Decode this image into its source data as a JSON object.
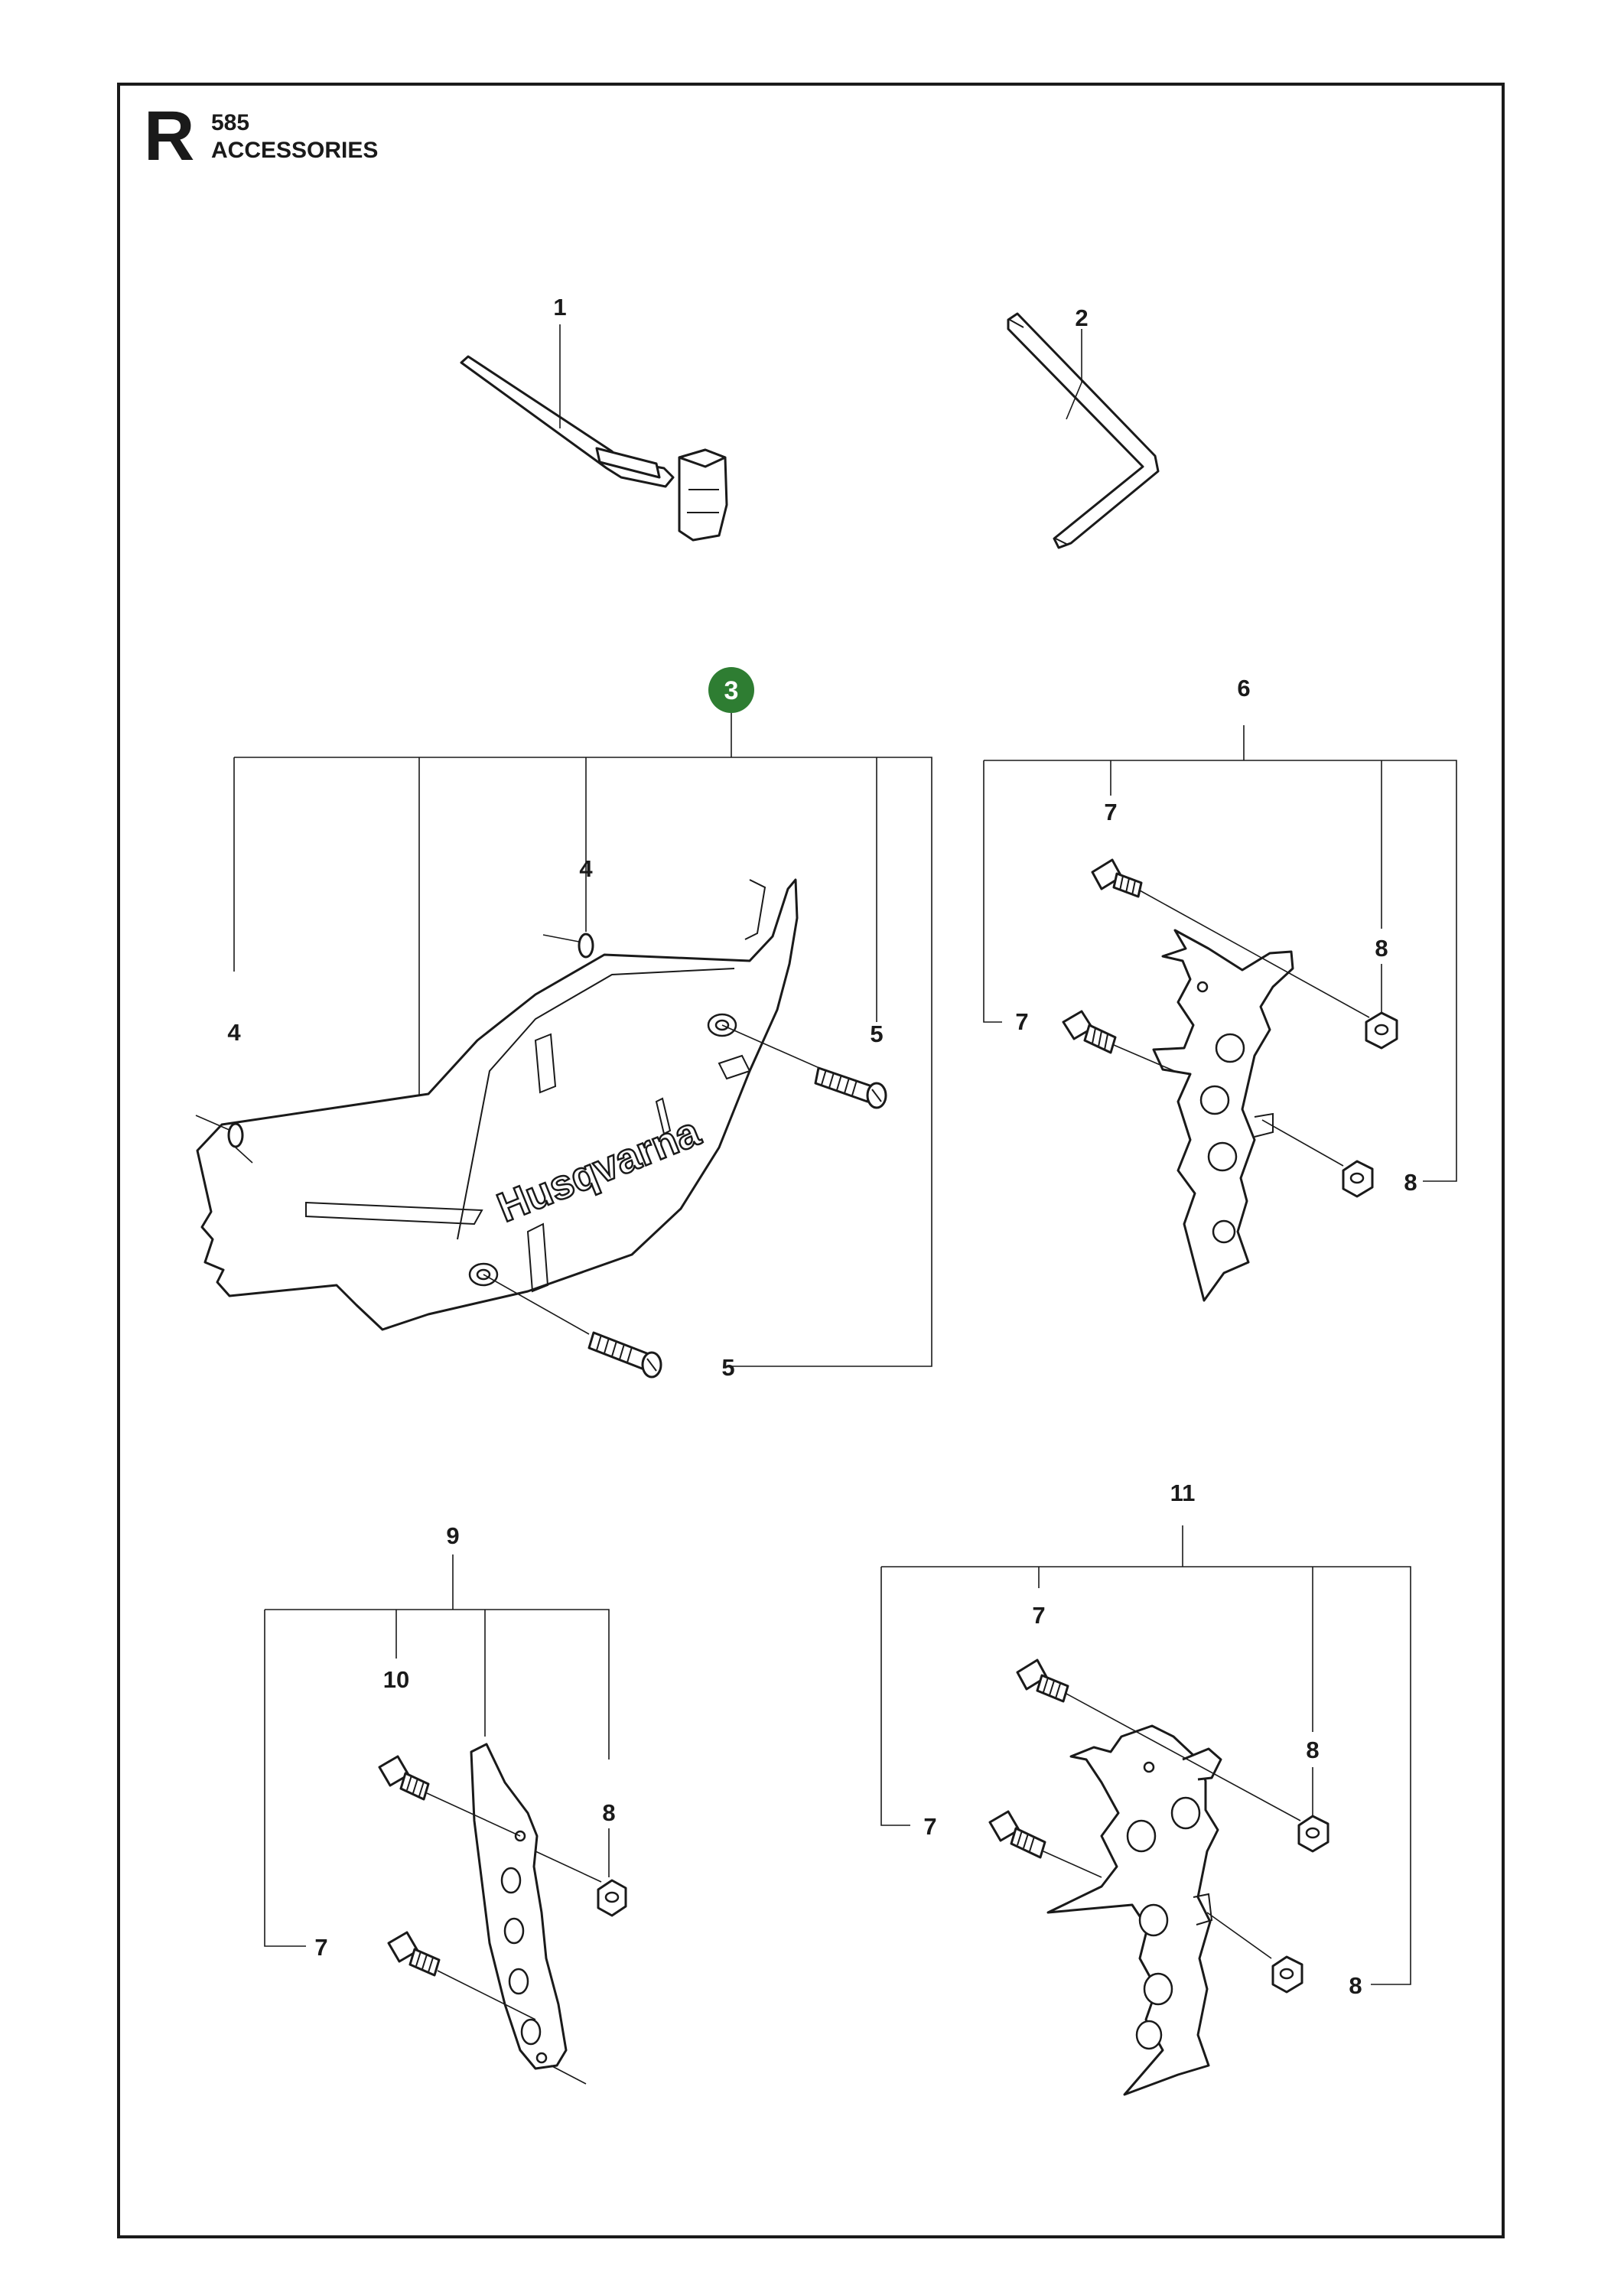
{
  "header": {
    "section_letter": "R",
    "model": "585",
    "title": "ACCESSORIES"
  },
  "colors": {
    "line": "#1a1a1a",
    "highlight_badge": "#2e7d32"
  },
  "callouts": {
    "p1": "1",
    "p2": "2",
    "p3": "3",
    "p4a": "4",
    "p4b": "4",
    "p5a": "5",
    "p5b": "5",
    "p6": "6",
    "p7a": "7",
    "p7b": "7",
    "p8a": "8",
    "p8b": "8",
    "p9": "9",
    "p10": "10",
    "p8c": "8",
    "p7c": "7",
    "p11": "11",
    "p7d": "7",
    "p8d": "8",
    "p7e": "7",
    "p8e": "8"
  },
  "cover_text": {
    "brand": "Husqvarna"
  }
}
